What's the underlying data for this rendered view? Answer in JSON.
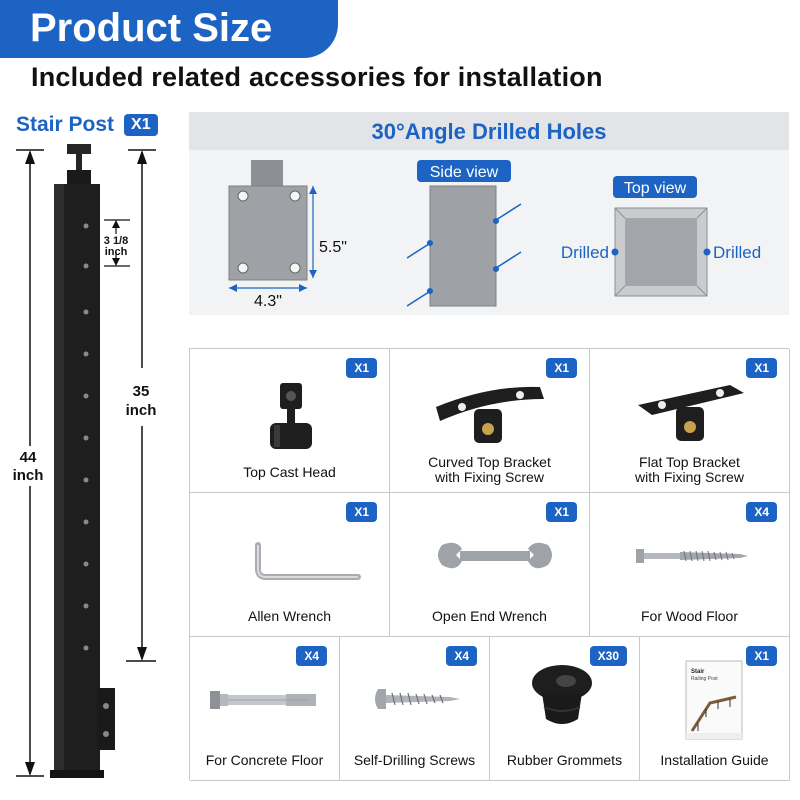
{
  "header": {
    "title": "Product Size",
    "subtitle": "Included related accessories for installation"
  },
  "post": {
    "title": "Stair Post",
    "qty": "X1",
    "total_value": "44",
    "total_unit": "inch",
    "mid_value": "35",
    "mid_unit": "inch",
    "spacing_value": "3 1/8",
    "spacing_unit": "inch"
  },
  "holes": {
    "title": "30°Angle Drilled Holes",
    "side_view": "Side view",
    "top_view": "Top view",
    "height": "5.5\"",
    "width": "4.3\"",
    "drilled_left": "Drilled",
    "drilled_right": "Drilled"
  },
  "accessories": [
    {
      "qty": "X1",
      "label_line1": "Top Cast Head",
      "label_line2": "",
      "icon": "cast-head-icon"
    },
    {
      "qty": "X1",
      "label_line1": "Curved Top Bracket",
      "label_line2": "with Fixing Screw",
      "icon": "curved-bracket-icon"
    },
    {
      "qty": "X1",
      "label_line1": "Flat Top Bracket",
      "label_line2": "with Fixing Screw",
      "icon": "flat-bracket-icon"
    },
    {
      "qty": "X1",
      "label_line1": "Allen Wrench",
      "label_line2": "",
      "icon": "allen-wrench-icon"
    },
    {
      "qty": "X1",
      "label_line1": "Open End Wrench",
      "label_line2": "",
      "icon": "open-end-wrench-icon"
    },
    {
      "qty": "X4",
      "label_line1": "For Wood Floor",
      "label_line2": "",
      "icon": "lag-screw-icon"
    },
    {
      "qty": "X4",
      "label_line1": "For Concrete Floor",
      "label_line2": "",
      "icon": "anchor-bolt-icon"
    },
    {
      "qty": "X4",
      "label_line1": "Self-Drilling Screws",
      "label_line2": "",
      "icon": "self-drilling-screw-icon"
    },
    {
      "qty": "X30",
      "label_line1": "Rubber Grommets",
      "label_line2": "",
      "icon": "rubber-grommet-icon"
    },
    {
      "qty": "X1",
      "label_line1": "Installation Guide",
      "label_line2": "",
      "icon": "installation-guide-icon"
    }
  ],
  "guide_booklet": {
    "title_line1": "Stair",
    "title_line2": "Railing Post"
  },
  "colors": {
    "accent": "#1c63c4",
    "metal": "#1e1e1e",
    "steel": "#b9bcc0"
  }
}
